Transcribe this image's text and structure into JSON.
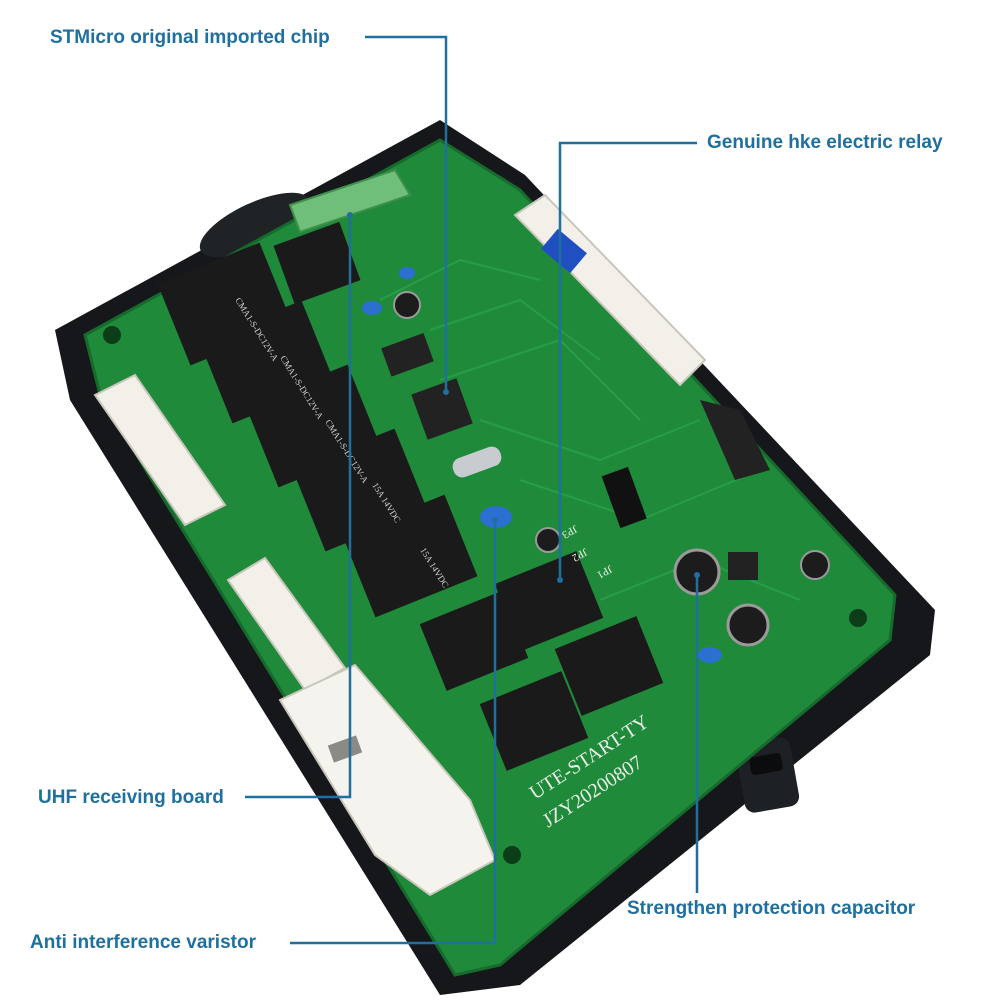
{
  "callouts": {
    "chip": "STMicro original imported chip",
    "relay": "Genuine hke electric relay",
    "uhf": "UHF receiving board",
    "capacitor": "Strengthen protection capacitor",
    "varistor": "Anti interference varistor"
  },
  "board": {
    "model": "UTE-START-TY",
    "batch": "JZY20200807",
    "jumpers": [
      "JP1",
      "JP2",
      "JP3"
    ],
    "relay_brand": "HKE",
    "relay_text": "CMA1-S-DC12V-A",
    "relay_rating": "15A 14VDC"
  },
  "colors": {
    "callout_text": "#1f6f9f",
    "callout_line": "#1f6f9f",
    "pcb": "#1f8a3a",
    "relay_body": "#1a1a1a",
    "connector": "#f2f0e8"
  }
}
